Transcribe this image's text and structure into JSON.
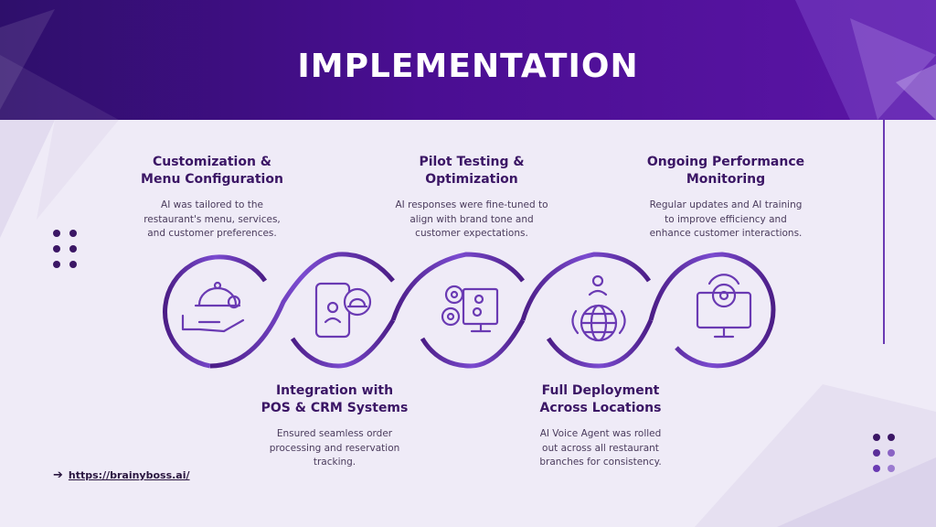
{
  "title": "IMPLEMENTATION",
  "steps": [
    {
      "title_line1": "Customization &",
      "title_line2": "Menu Configuration",
      "desc_line1": "AI was tailored to the",
      "desc_line2": "restaurant's menu, services,",
      "desc_line3": "and customer preferences.",
      "icon": "cloche-hand-gear-icon"
    },
    {
      "title_line1": "Integration with",
      "title_line2": "POS & CRM Systems",
      "desc_line1": "Ensured seamless order",
      "desc_line2": "processing and reservation",
      "desc_line3": "tracking.",
      "icon": "phone-cloche-icon"
    },
    {
      "title_line1": "Pilot Testing &",
      "title_line2": "Optimization",
      "desc_line1": "AI responses were fine-tuned to",
      "desc_line2": "align with brand tone and",
      "desc_line3": "customer expectations.",
      "icon": "gears-monitor-icon"
    },
    {
      "title_line1": "Full Deployment",
      "title_line2": "Across Locations",
      "desc_line1": "AI Voice Agent was rolled",
      "desc_line2": "out across all restaurant",
      "desc_line3": "branches for consistency.",
      "icon": "globe-person-icon"
    },
    {
      "title_line1": "Ongoing Performance",
      "title_line2": "Monitoring",
      "desc_line1": "Regular updates and AI training",
      "desc_line2": "to improve efficiency and",
      "desc_line3": "enhance customer interactions.",
      "icon": "monitor-gear-icon"
    }
  ],
  "footer": {
    "arrow": "➔",
    "link": "https://brainyboss.ai/"
  },
  "colors": {
    "header_start": "#2e0f6b",
    "header_end": "#5b15a6",
    "accent": "#6a3ab3",
    "background": "#efebf7",
    "text": "#3b1665"
  }
}
